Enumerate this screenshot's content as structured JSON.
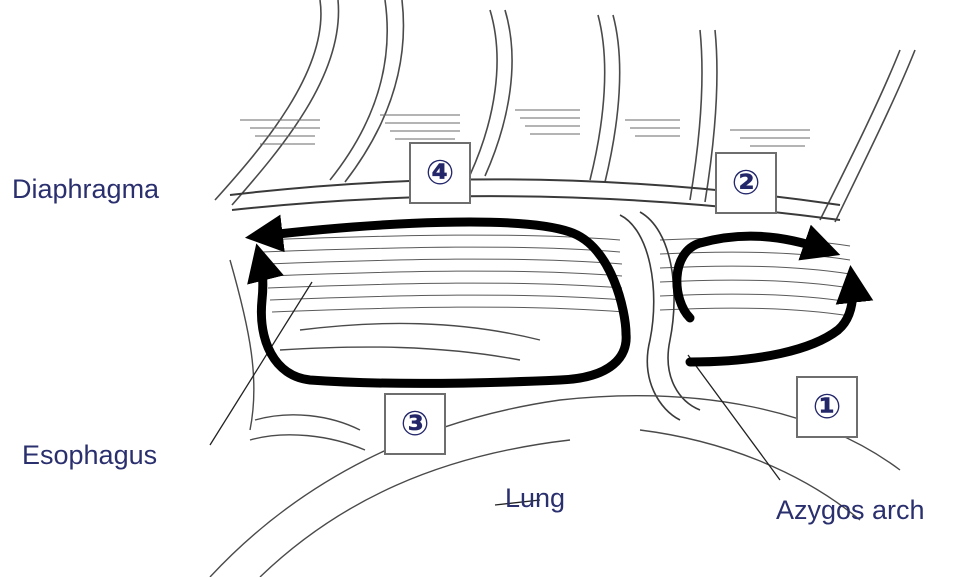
{
  "labels": {
    "diaphragma": "Diaphragma",
    "esophagus": "Esophagus",
    "lung": "Lung",
    "azygos_arch": "Azygos arch"
  },
  "steps": {
    "one": "①",
    "two": "②",
    "three": "③",
    "four": "④"
  },
  "colors": {
    "label_text": "#2a2f6e",
    "step_text": "#23276a",
    "arrow": "#000000",
    "line_art": "#4a4a4a"
  }
}
